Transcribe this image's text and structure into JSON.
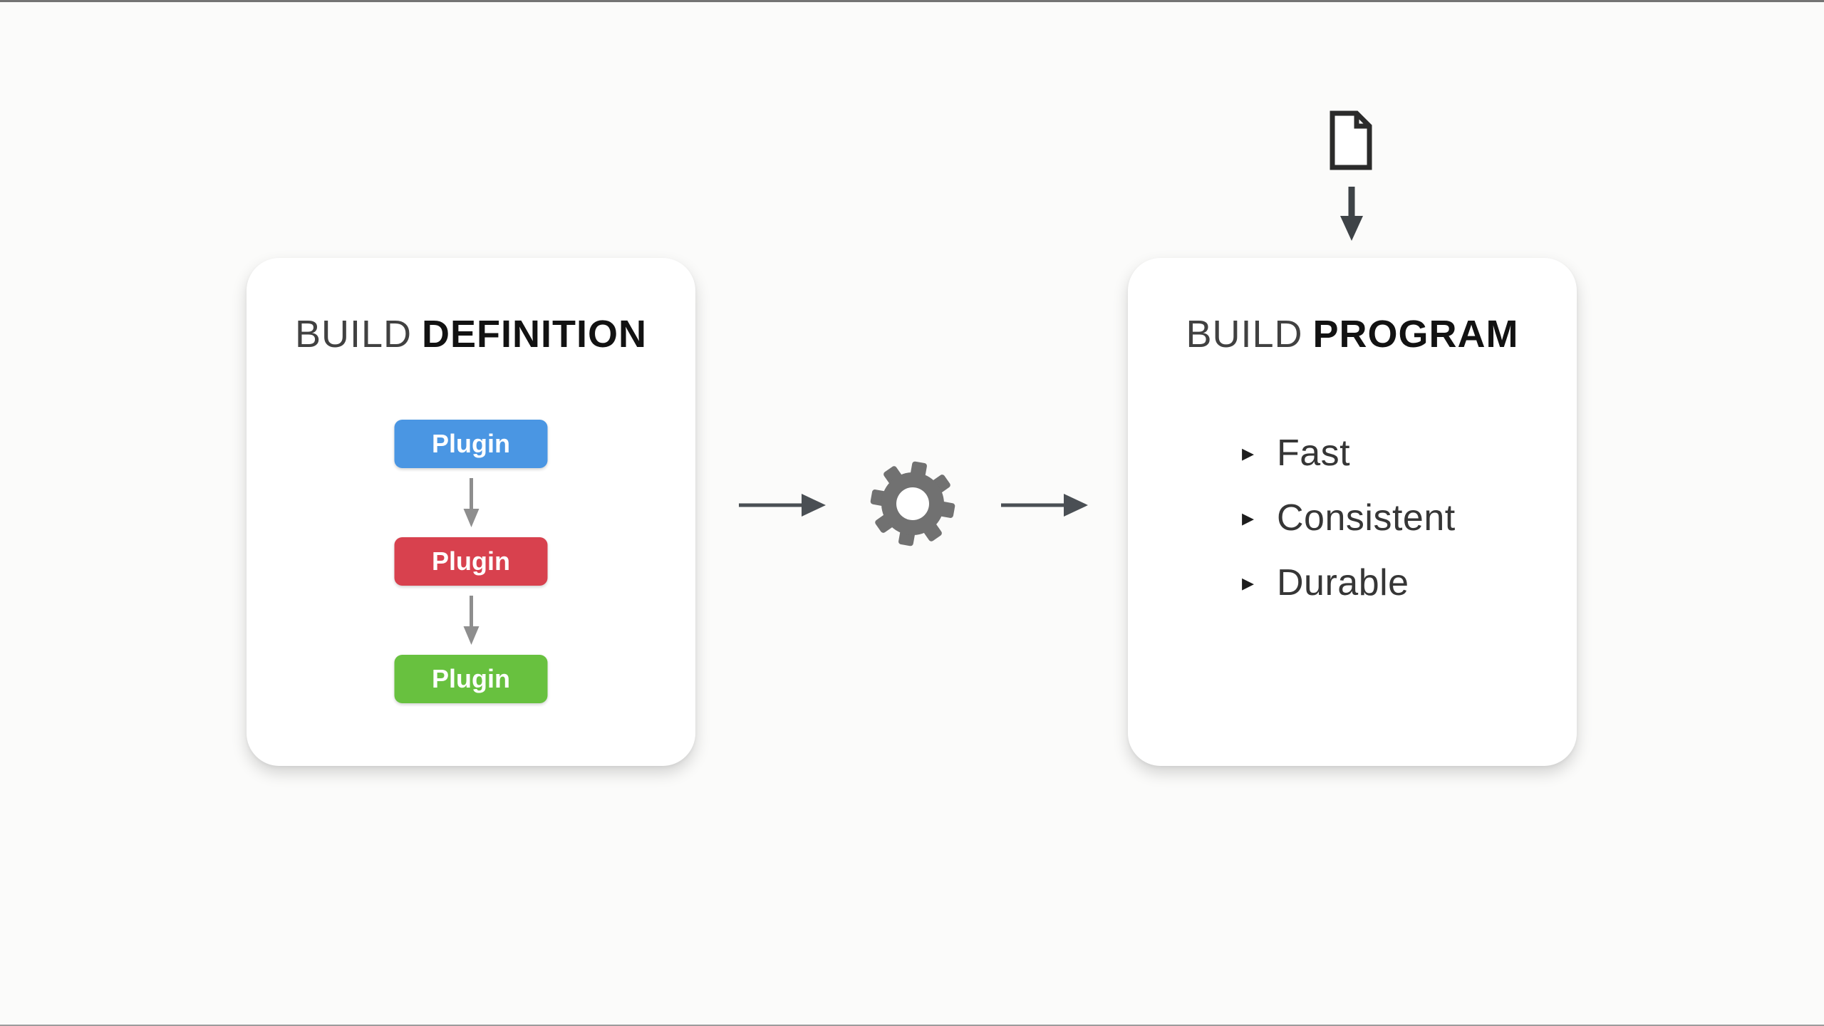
{
  "frame": {
    "background": "#fbfbfa",
    "top_line_color": "#747474",
    "bottom_line_color": "#9c9c9c"
  },
  "definition_card": {
    "title": {
      "regular": "BUILD",
      "bold": "DEFINITION"
    },
    "plugins": [
      {
        "label": "Plugin",
        "color": "#4a96e3"
      },
      {
        "label": "Plugin",
        "color": "#d8414e"
      },
      {
        "label": "Plugin",
        "color": "#68c13f"
      }
    ],
    "connector_icon": "arrow-down-icon",
    "connector_color": "#8e8e8e"
  },
  "transform": {
    "input_arrow_icon": "arrow-right-icon",
    "gear_icon": "gear-icon",
    "output_arrow_icon": "arrow-right-icon",
    "arrow_color": "#4a4f54",
    "gear_color": "#717171"
  },
  "program_card": {
    "title": {
      "regular": "BUILD",
      "bold": "PROGRAM"
    },
    "bullet_glyph": "▸",
    "items": [
      "Fast",
      "Consistent",
      "Durable"
    ]
  },
  "source_document": {
    "icon": "document-icon",
    "color": "#2b2b2b",
    "arrow_icon": "arrow-down-icon",
    "arrow_color": "#3e4347"
  }
}
